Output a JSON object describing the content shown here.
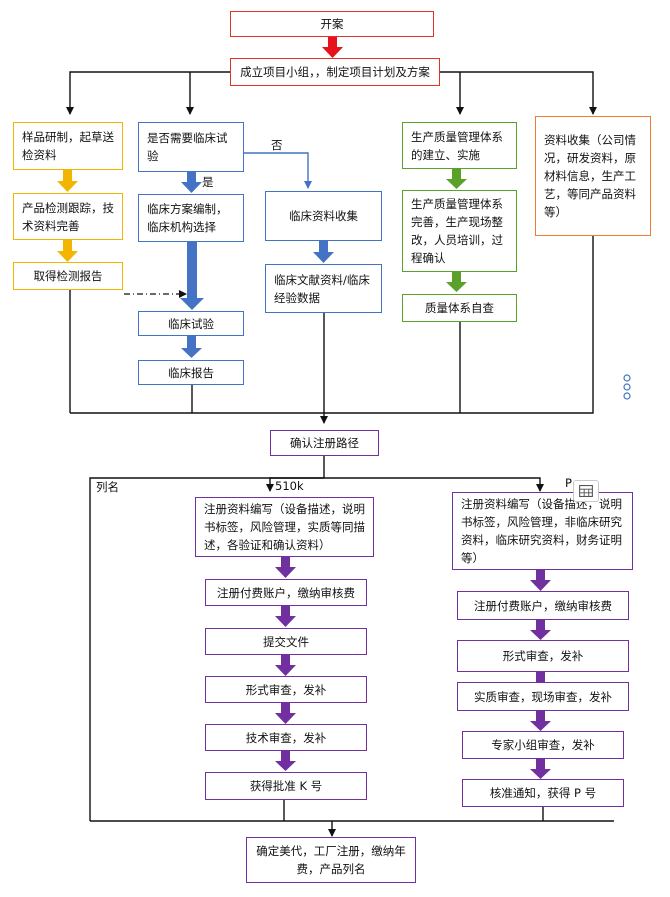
{
  "nodes": {
    "start": "开案",
    "team": "成立项目小组，，制定项目计划及方案",
    "sample": "样品研制，起草送检资料",
    "track": "产品检测跟踪，技术资料完善",
    "report": "取得检测报告",
    "need_trial": "是否需要临床试验",
    "trial_plan": "临床方案编制，临床机构选择",
    "trial": "临床试验",
    "trial_report": "临床报告",
    "clinical_collect": "临床资料收集",
    "clinical_lit": "临床文献资料/临床经验数据",
    "qms_build": "生产质量管理体系的建立、实施",
    "qms_improve": "生产质量管理体系完善，生产现场整改，人员培训，过程确认",
    "qms_check": "质量体系自查",
    "docs_collect": "资料收集（公司情况，研发资料，原材料信息，生产工艺，等同产品资料等）",
    "confirm_path": "确认注册路径",
    "k_write": "注册资料编写（设备描述，说明书标签，风险管理，实质等同描述，各验证和确认资料）",
    "k_pay": "注册付费账户，缴纳审核费",
    "k_submit": "提交文件",
    "k_formal": "形式审查，发补",
    "k_tech": "技术审查，发补",
    "k_approve": "获得批准 K 号",
    "p_write": "注册资料编写（设备描述，说明书标签，风险管理，非临床研究资料，临床研究资料，财务证明等）",
    "p_pay": "注册付费账户，缴纳审核费",
    "p_formal": "形式审查，发补",
    "p_substantive": "实质审查，现场审查，发补",
    "p_expert": "专家小组审查，发补",
    "p_approve": "核准通知，获得 P 号",
    "final": "确定美代，工厂注册，缴纳年费，产品列名"
  },
  "labels": {
    "no": "否",
    "yes": "是",
    "k510": "510k",
    "listing": "列名",
    "pma": "P"
  },
  "colors": {
    "red": "#e0312b",
    "yellow": "#f2b600",
    "blue": "#4472c4",
    "green": "#5aa12a",
    "orange": "#ed7d31",
    "purple": "#7030a0"
  },
  "icons": [
    "more-options-icon",
    "image-capture-icon"
  ]
}
